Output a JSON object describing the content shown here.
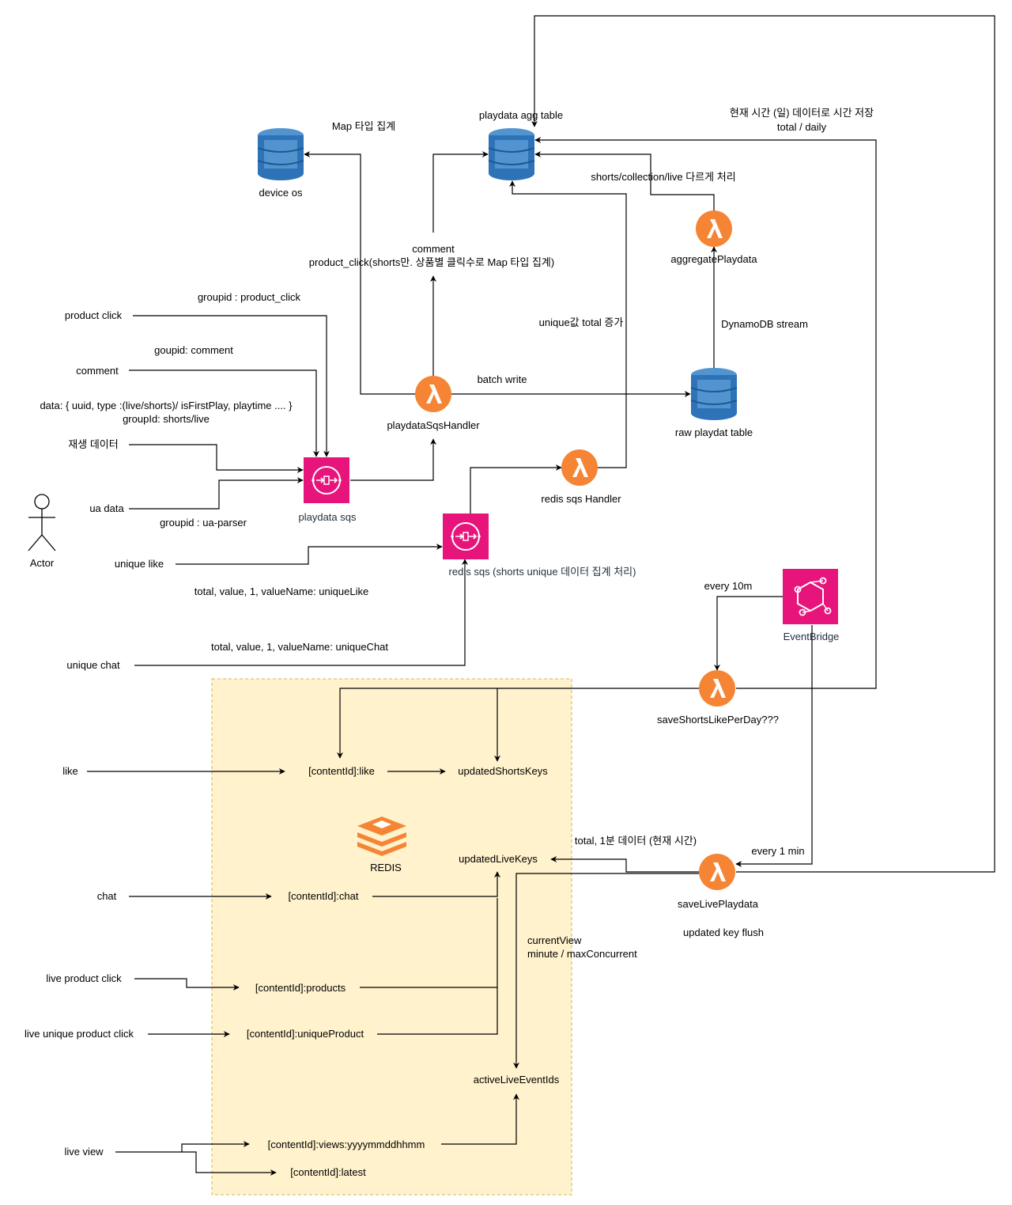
{
  "colors": {
    "redis_zone_fill": "#FFF2CC",
    "redis_zone_border": "#D6B656",
    "lambda": "#F58534",
    "sqs": "#E7157B",
    "eventbridge": "#E7157B",
    "dynamodb_dark": "#2E73B8",
    "dynamodb_light": "#5294CF",
    "redis_logo": "#F58534"
  },
  "nodes": {
    "device_os": "device os",
    "agg_table": "playdata agg table",
    "raw_table": "raw playdat table",
    "playdata_sqs_handler": "playdataSqsHandler",
    "aggregate_playdata": "aggregatePlaydata",
    "redis_sqs_handler": "redis sqs Handler",
    "save_shorts": "saveShortsLikePerDay???",
    "save_live": "saveLivePlaydata",
    "playdata_sqs": "playdata sqs",
    "redis_sqs": "redis sqs (shorts unique 데이터 집계 처리)",
    "eventbridge": "EventBridge",
    "actor": "Actor",
    "redis_logo_label": "REDIS"
  },
  "inputs": {
    "product_click": "product click",
    "comment": "comment",
    "play_data": "재생 데이터",
    "ua_data": "ua data",
    "unique_like": "unique like",
    "unique_chat": "unique chat",
    "like": "like",
    "chat": "chat",
    "live_product_click": "live product click",
    "live_unique_product_click": "live unique product click",
    "live_view": "live view"
  },
  "redis_keys": {
    "like": "[contentId]:like",
    "updated_shorts": "updatedShortsKeys",
    "updated_live": "updatedLiveKeys",
    "chat": "[contentId]:chat",
    "products": "[contentId]:products",
    "unique_product": "[contentId]:uniqueProduct",
    "active_live": "activeLiveEventIds",
    "views": "[contentId]:views:yyyymmddhhmm",
    "latest": "[contentId]:latest"
  },
  "labels": {
    "map_agg": "Map 타입 집계",
    "current_time": "현재 시간 (일) 데이터로 시간 저장",
    "total_daily": "total / daily",
    "shorts_collection": "shorts/collection/live 다르게 처리",
    "comment_line1": "comment",
    "comment_line2": "product_click(shorts만. 상품별 클릭수로 Map 타입 집계)",
    "groupid_product": "groupid : product_click",
    "goupid_comment": "goupid: comment",
    "data_line1": "data: { uuid, type :(live/shorts)/ isFirstPlay, playtime .... }",
    "data_line2": "groupId: shorts/live",
    "groupid_ua": "groupid : ua-parser",
    "unique_total": "unique값 total 증가",
    "dynamodb_stream": "DynamoDB stream",
    "batch_write": "batch write",
    "total_unique_like": "total, value, 1, valueName: uniqueLike",
    "total_unique_chat": "total, value, 1, valueName: uniqueChat",
    "every_10m": "every 10m",
    "every_1min": "every 1 min",
    "total_1min": "total, 1분 데이터 (현재 시간)",
    "updated_flush": "updated key flush",
    "current_view_line1": "currentView",
    "current_view_line2": "minute / maxConcurrent"
  }
}
